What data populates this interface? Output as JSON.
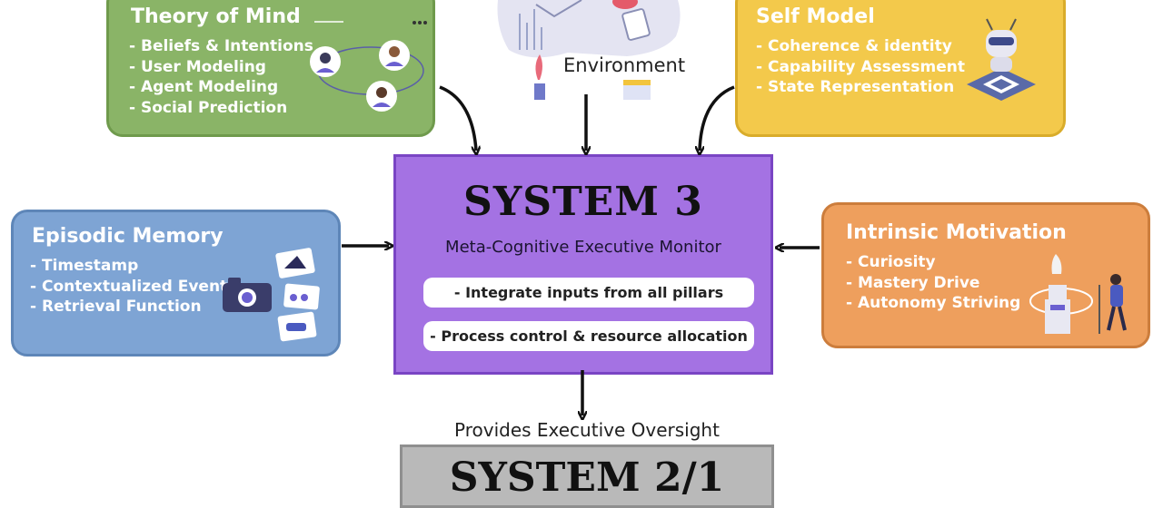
{
  "environment": {
    "label": "Environment"
  },
  "theory_of_mind": {
    "title": "Theory of Mind",
    "items": [
      "Beliefs & Intentions",
      "User Modeling",
      "Agent Modeling",
      "Social Prediction"
    ]
  },
  "self_model": {
    "title": "Self Model",
    "items": [
      "Coherence & identity",
      "Capability Assessment",
      "State Representation"
    ]
  },
  "episodic_memory": {
    "title": "Episodic Memory",
    "items": [
      "Timestamp",
      "Contextualized Events",
      "Retrieval Function"
    ]
  },
  "intrinsic_motivation": {
    "title": "Intrinsic Motivation",
    "items": [
      "Curiosity",
      "Mastery Drive",
      "Autonomy Striving"
    ]
  },
  "system3": {
    "title": "SYSTEM 3",
    "subtitle": "Meta-Cognitive Executive Monitor",
    "bullets": [
      "- Integrate inputs from all pillars",
      "- Process control & resource allocation"
    ]
  },
  "oversight_label": "Provides Executive Oversight",
  "system21": {
    "title": "SYSTEM 2/1"
  },
  "colors": {
    "theory_of_mind": "#8ab467",
    "self_model": "#f3c94b",
    "episodic_memory": "#7ea4d4",
    "intrinsic_motivation": "#ee9f5d",
    "system3": "#a472e3",
    "system21": "#b9b9b9"
  }
}
